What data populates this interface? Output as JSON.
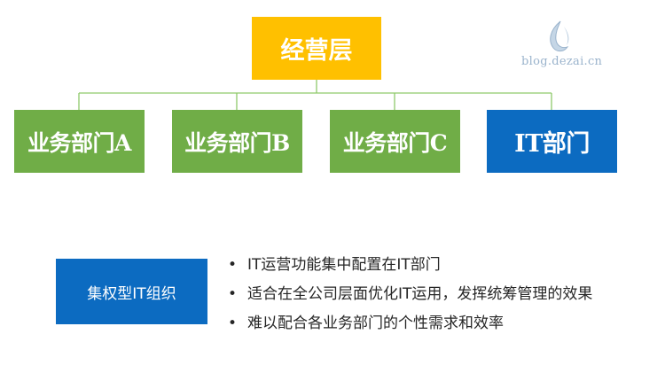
{
  "diagram": {
    "top": {
      "label": "经营层"
    },
    "departments": [
      {
        "label": "业务部门A",
        "color": "#70ad47"
      },
      {
        "label": "业务部门B",
        "color": "#70ad47"
      },
      {
        "label": "业务部门C",
        "color": "#70ad47"
      },
      {
        "label": "IT部门",
        "color": "#0c6bc1"
      }
    ],
    "connector_color": "#8fc96b",
    "top_color": "#ffc000"
  },
  "description": {
    "label": "集权型IT组织",
    "bullet_symbol": "•",
    "bullets": [
      "IT运营功能集中配置在IT部门",
      "适合在全公司层面优化IT运用，发挥统筹管理的效果",
      "难以配合各业务部门的个性需求和效率"
    ]
  },
  "watermark": {
    "text": "blog.dezai.cn",
    "icon": "water-drop-logo-icon"
  }
}
